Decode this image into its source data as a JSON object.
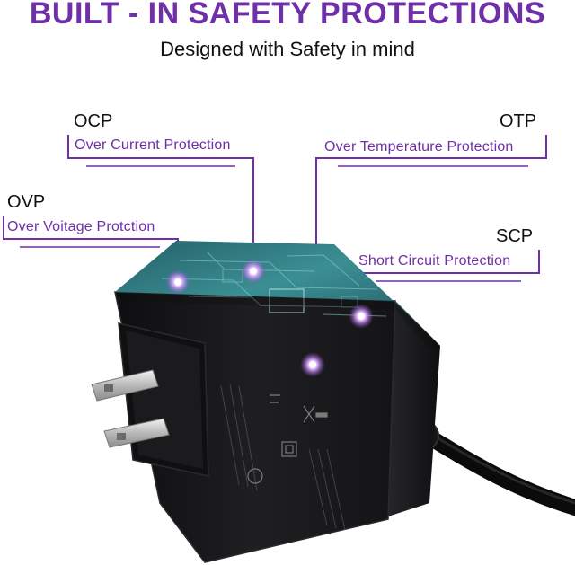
{
  "header": {
    "title": "BUILT - IN SAFETY PROTECTIONS",
    "subtitle": "Designed with Safety in mind"
  },
  "callouts": {
    "ocp": {
      "abbr": "OCP",
      "label": "Over Current Protection"
    },
    "otp": {
      "abbr": "OTP",
      "label": "Over Temperature Protection"
    },
    "ovp": {
      "abbr": "OVP",
      "label": "Over Voitage Protction"
    },
    "scp": {
      "abbr": "SCP",
      "label": "Short Circuit Protection"
    }
  },
  "colors": {
    "accent": "#6f2fa8",
    "text": "#111111",
    "adapter_body": "#1c1c1e",
    "circuit": "#2f7f86"
  },
  "icons": [
    "power-adapter-image",
    "us-plug-prongs-icon",
    "certification-marks-icon"
  ]
}
